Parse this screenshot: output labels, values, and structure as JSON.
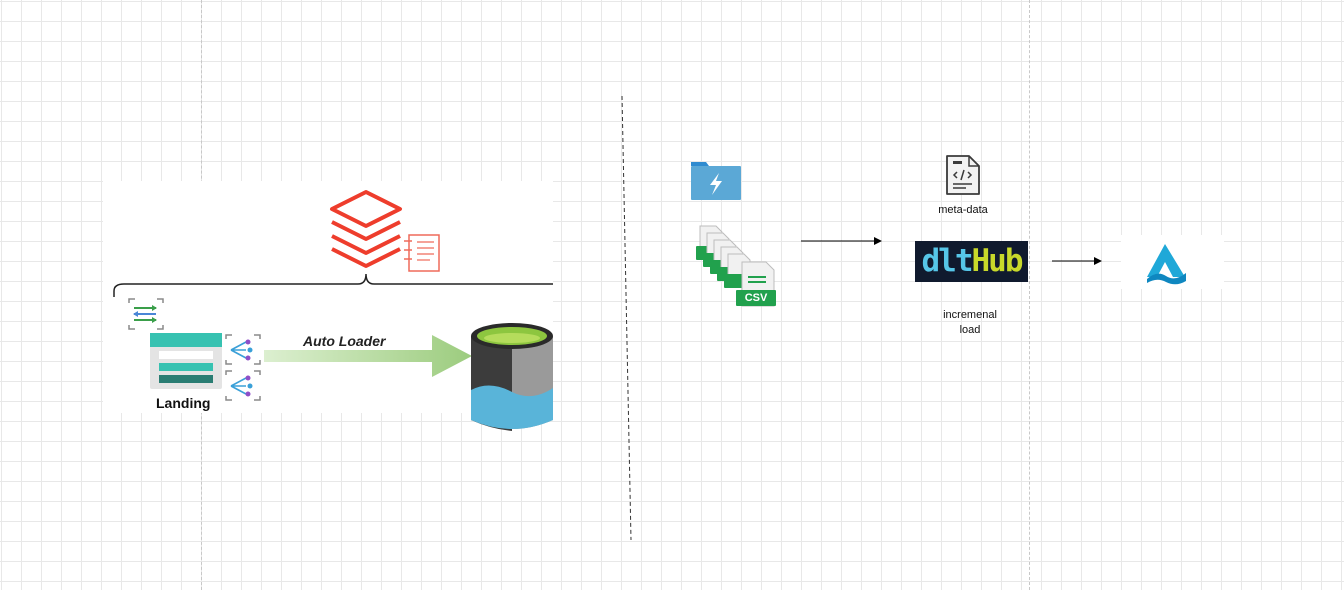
{
  "left_diagram": {
    "arrow_label": "Auto Loader",
    "landing_label": "Landing"
  },
  "right_diagram": {
    "file_badge": "CSV",
    "metadata_label": "meta-data",
    "dlt_logo": {
      "dlt": "dlt",
      "hub": "Hub"
    },
    "incremental_label_line1": "incremenal",
    "incremental_label_line2": "load"
  },
  "colors": {
    "databricks_red": "#ee3d2c",
    "csv_green": "#21a14d",
    "storage_blue": "#59b4d9",
    "arrow_green": "#a9d08e",
    "azure_folder": "#5ba8d6",
    "lake_cyan": "#1fa8d8"
  },
  "icons": [
    "databricks-icon",
    "notebook-icon",
    "data-factory-icon",
    "landing-storage-icon",
    "event-grid-icon",
    "data-lake-icon",
    "azure-files-icon",
    "csv-files-icon",
    "metadata-file-icon",
    "dlthub-logo",
    "data-lake-logo"
  ]
}
